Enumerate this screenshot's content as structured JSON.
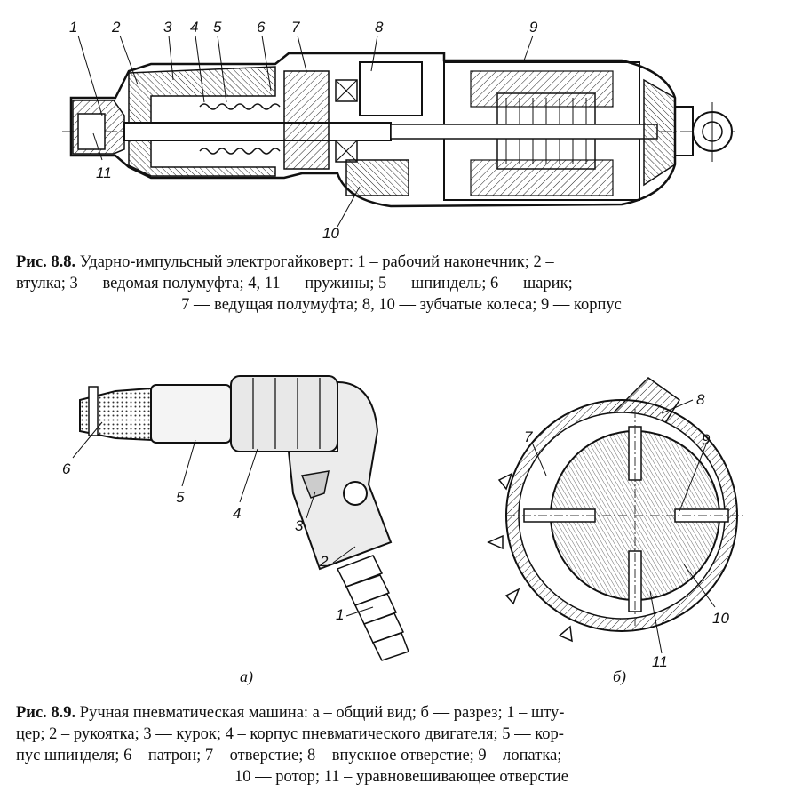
{
  "fig88": {
    "labels": [
      "1",
      "2",
      "3",
      "4",
      "5",
      "6",
      "7",
      "8",
      "9",
      "10",
      "11"
    ],
    "caption": {
      "title": "Рис. 8.8.",
      "line1": "Ударно-импульсный электрогайковерт: 1 – рабочий наконечник; 2 –",
      "line2": "втулка; 3 — ведомая полумуфта; 4, 11 — пружины; 5 — шпиндель; 6 — шарик;",
      "line3": "7 — ведущая полумуфта; 8, 10 — зубчатые колеса; 9 — корпус"
    }
  },
  "fig89": {
    "labels_a": [
      "1",
      "2",
      "3",
      "4",
      "5",
      "6"
    ],
    "labels_b": [
      "7",
      "8",
      "9",
      "10",
      "11"
    ],
    "sub_a": "а)",
    "sub_b": "б)",
    "caption": {
      "title": "Рис. 8.9.",
      "line1": "Ручная пневматическая машина: а – общий вид; б — разрез; 1 – шту-",
      "line2": "цер; 2 – рукоятка; 3 — курок; 4 – корпус пневматического двигателя; 5 — кор-",
      "line3": "пус шпинделя; 6 – патрон; 7 – отверстие; 8 – впускное отверстие; 9 – лопатка;",
      "line4": "10 — ротор; 11 – уравновешивающее отверстие"
    }
  }
}
